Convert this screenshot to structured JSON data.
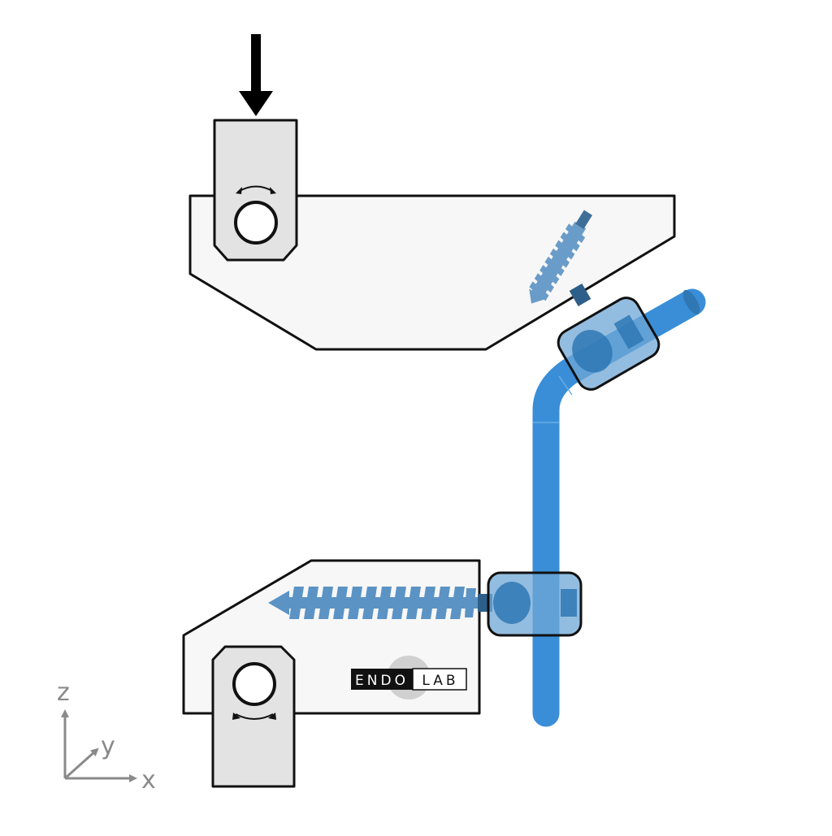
{
  "diagram": {
    "logo": {
      "left_text": "ENDO",
      "right_text": "LAB"
    },
    "axes": {
      "z": "z",
      "y": "y",
      "x": "x"
    },
    "colors": {
      "block_fill": "#f7f7f7",
      "pivot_fill": "#e3e3e3",
      "outline": "#111111",
      "implant_blue": "#3a8ed8",
      "screw_blue": "#5b93c5",
      "clamp_blue": "#2f78b4",
      "axis_gray": "#8a8a8a"
    },
    "icons": {
      "load": "down-arrow-icon",
      "pivot_rotation": "double-arrow-arc-icon"
    }
  }
}
